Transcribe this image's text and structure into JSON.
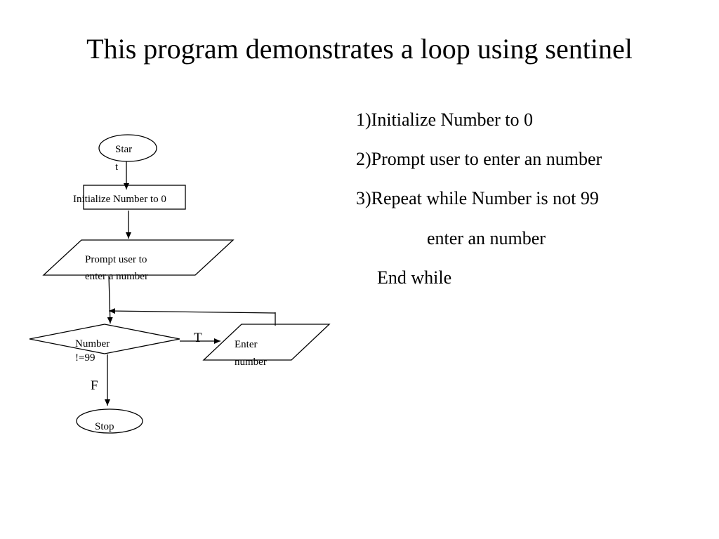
{
  "title": "This program demonstrates a loop using sentinel",
  "steps": [
    "1)Initialize Number to 0",
    "2)Prompt user to enter an number",
    "3)Repeat while Number is not 99",
    "enter an number",
    "End while"
  ],
  "flowchart": {
    "start": {
      "line1": "Star",
      "line2": "t"
    },
    "init": "Initialize Number to 0",
    "prompt": {
      "line1": "Prompt user to",
      "line2": "enter a number"
    },
    "decision": {
      "line1": "Number",
      "line2": "!=99"
    },
    "enter": {
      "line1": "Enter",
      "line2": "number"
    },
    "true_label": "T",
    "false_label": "F",
    "stop": "Stop"
  }
}
